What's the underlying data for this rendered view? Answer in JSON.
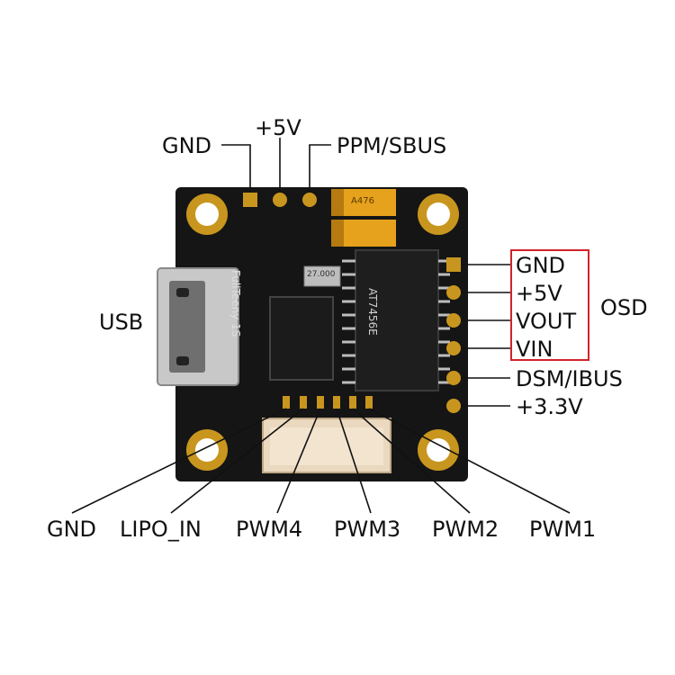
{
  "labels": {
    "top": {
      "gnd": "GND",
      "v5": "+5V",
      "ppm": "PPM/SBUS"
    },
    "left": {
      "usb": "USB"
    },
    "right": {
      "gnd": "GND",
      "v5": "+5V",
      "vout": "VOUT",
      "vin": "VIN",
      "dsm": "DSM/IBUS",
      "v33": "+3.3V",
      "osd": "OSD"
    },
    "bottom": {
      "gnd": "GND",
      "lipo": "LIPO_IN",
      "pwm4": "PWM4",
      "pwm3": "PWM3",
      "pwm2": "PWM2",
      "pwm1": "PWM1"
    }
  },
  "board": {
    "silkscreen": "FullTeeny 1S",
    "chip_text": "AT7456E",
    "crystal_text": "27.000",
    "cap_text": "A476"
  },
  "colors": {
    "board": "#151515",
    "gold": "#c8961e",
    "osd_box": "#d2232a",
    "leader": "#111111"
  }
}
